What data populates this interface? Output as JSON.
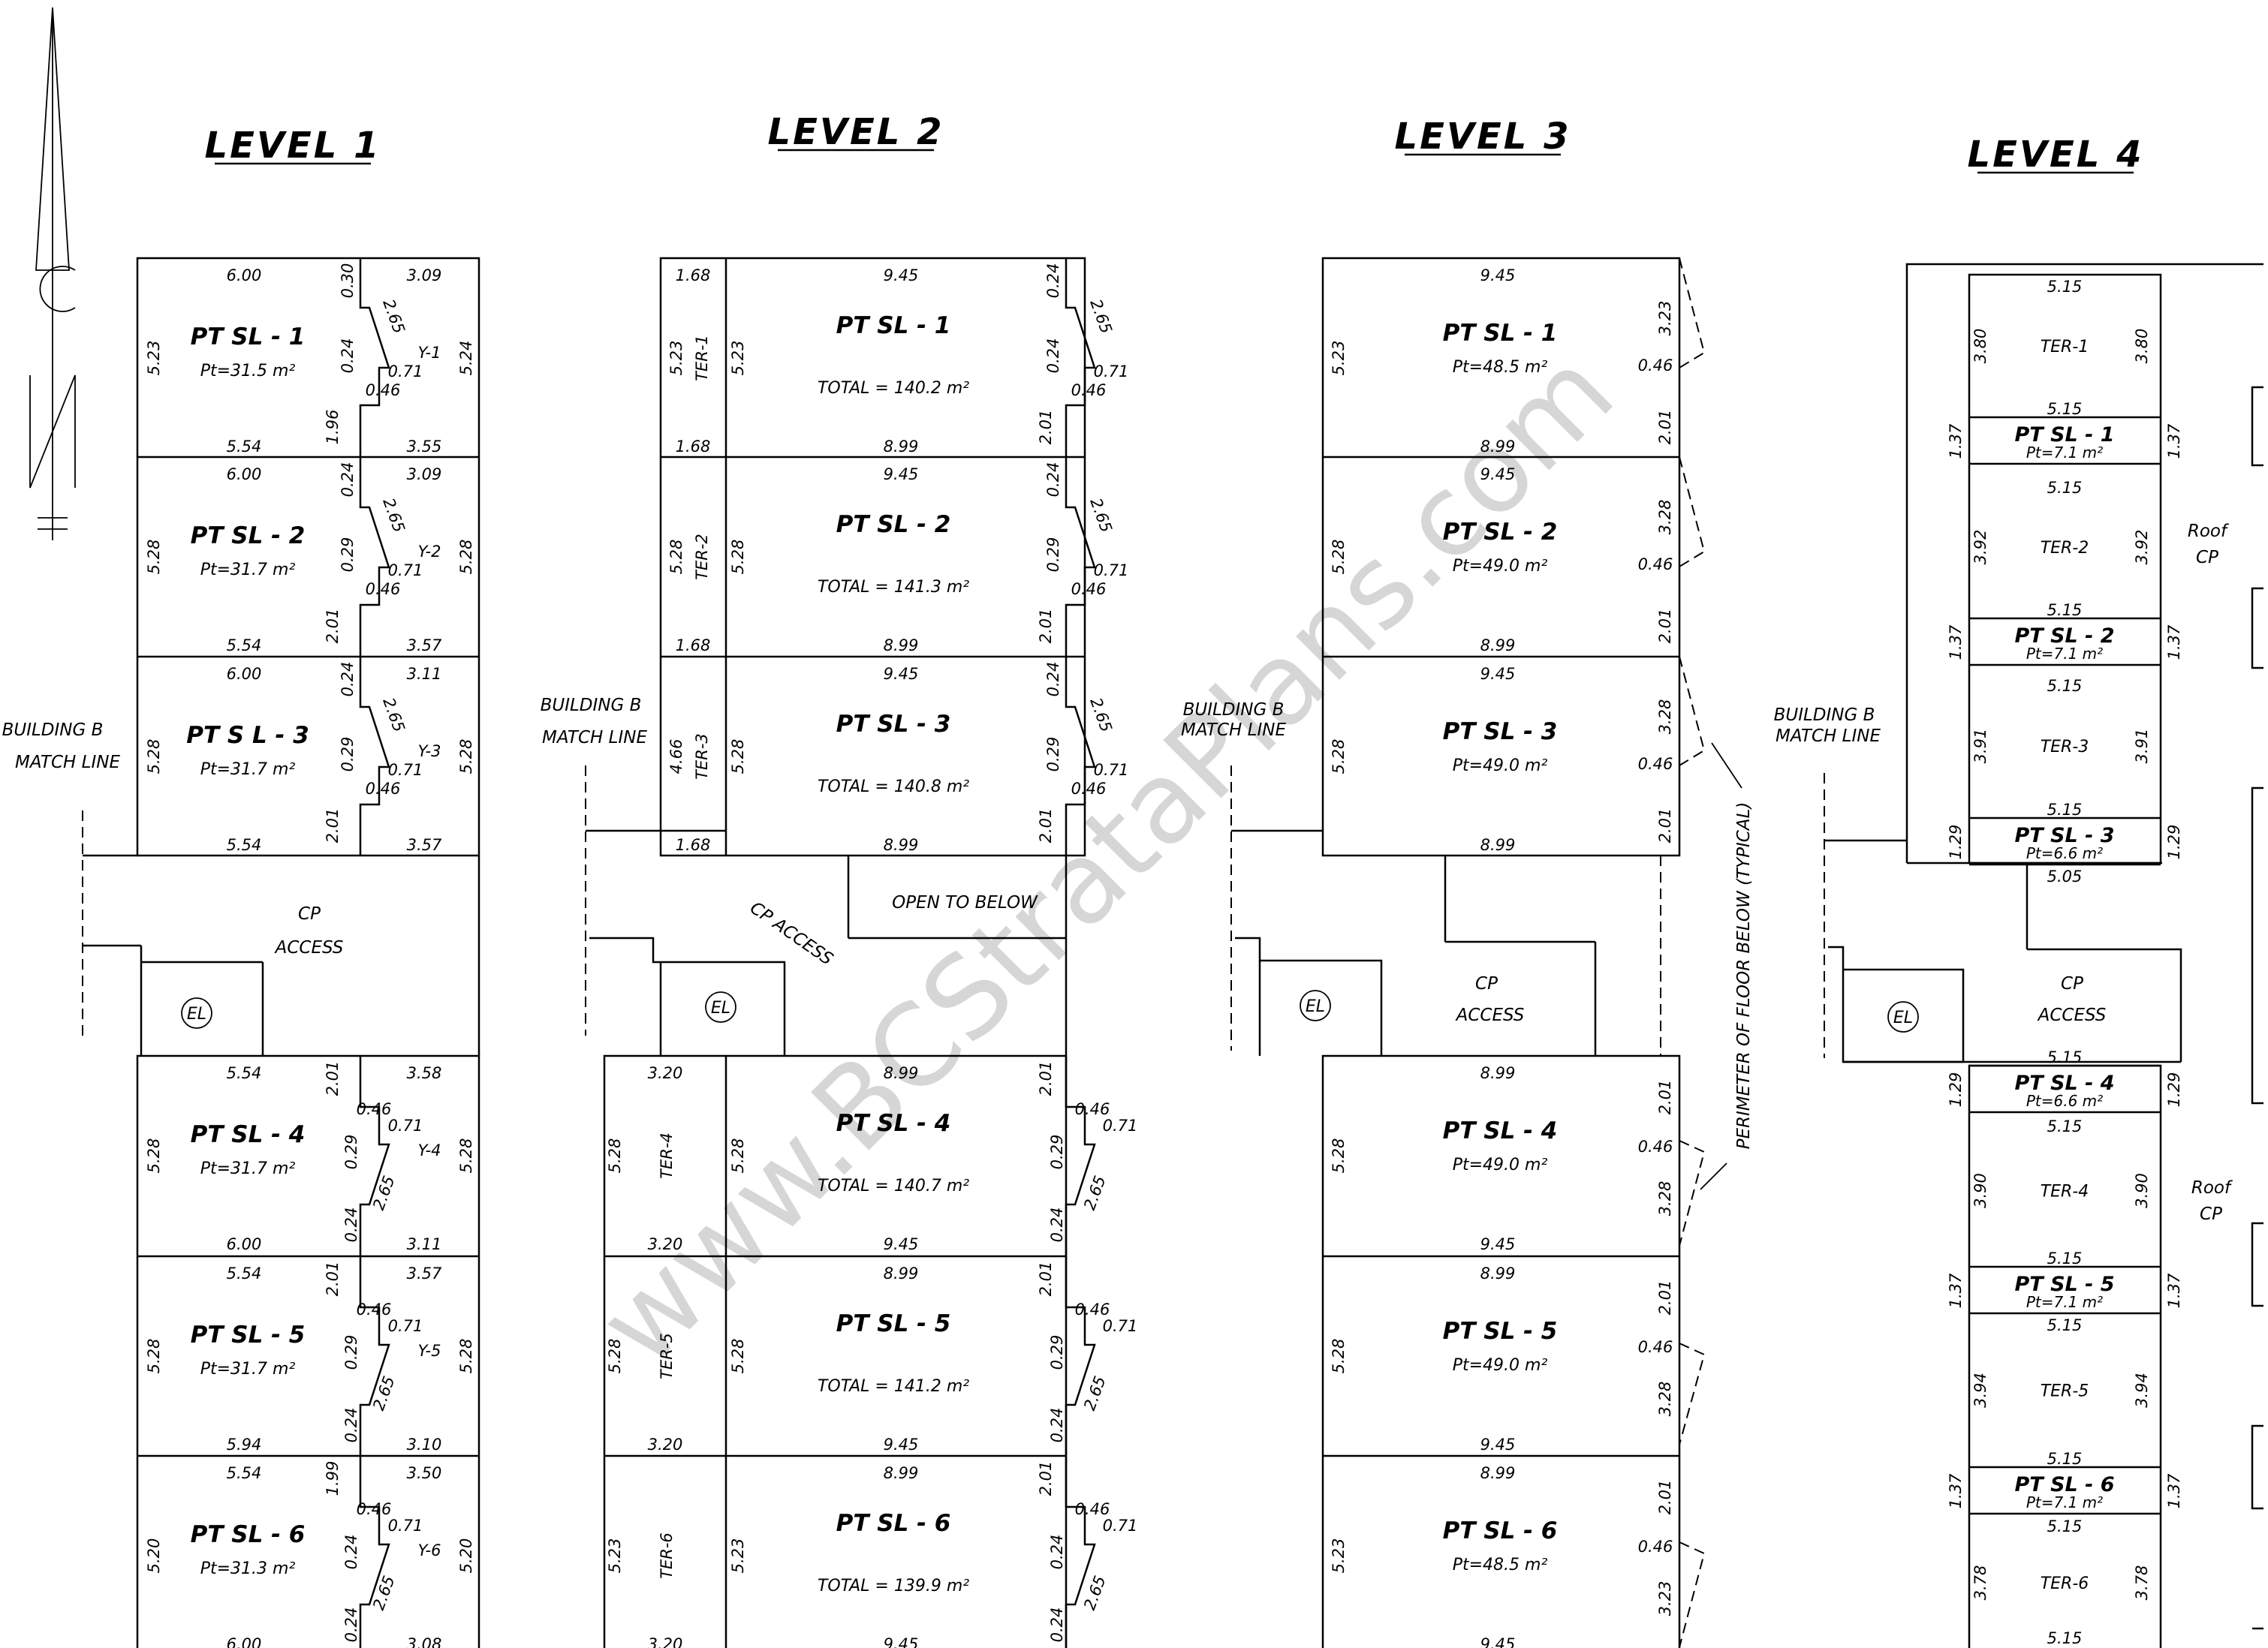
{
  "headings": {
    "l1": "LEVEL 1",
    "l2": "LEVEL 2",
    "l3": "LEVEL 3",
    "l4": "LEVEL 4"
  },
  "watermark": "www.BCStrataPlans.com",
  "labels": {
    "building_b": "BUILDING B",
    "match_line": "MATCH LINE",
    "cp": "CP",
    "access": "ACCESS",
    "cp_access": "CP ACCESS",
    "open_to_below": "OPEN TO BELOW",
    "roof": "Roof",
    "el": "EL",
    "perimeter": "PERIMETER OF FLOOR BELOW (TYPICAL)"
  },
  "level1": {
    "lots": [
      {
        "name": "PT SL - 1",
        "area": "Pt=31.5 m²",
        "yard": "Y-1",
        "top_l": "6.00",
        "top_r": "3.09",
        "bot_l": "5.54",
        "bot_r": "3.55",
        "left": "5.23",
        "right": "5.24",
        "d1": "0.30",
        "d2": "2.65",
        "d3": "0.24",
        "d4": "0.71",
        "d5": "0.46",
        "d6": "1.96"
      },
      {
        "name": "PT SL - 2",
        "area": "Pt=31.7 m²",
        "yard": "Y-2",
        "top_l": "6.00",
        "top_r": "3.09",
        "bot_l": "5.54",
        "bot_r": "3.57",
        "left": "5.28",
        "right": "5.28",
        "d1": "0.24",
        "d2": "2.65",
        "d3": "0.29",
        "d4": "0.71",
        "d5": "0.46",
        "d6": "2.01"
      },
      {
        "name": "PT S L - 3",
        "area": "Pt=31.7 m²",
        "yard": "Y-3",
        "top_l": "6.00",
        "top_r": "3.11",
        "bot_l": "5.54",
        "bot_r": "3.57",
        "left": "5.28",
        "right": "5.28",
        "d1": "0.24",
        "d2": "2.65",
        "d3": "0.29",
        "d4": "0.71",
        "d5": "0.46",
        "d6": "2.01"
      },
      {
        "name": "PT SL - 4",
        "area": "Pt=31.7 m²",
        "yard": "Y-4",
        "top_l": "5.54",
        "top_r": "3.58",
        "bot_l": "6.00",
        "bot_r": "3.11",
        "left": "5.28",
        "right": "5.28",
        "d1": "2.01",
        "d2": "0.46",
        "d3": "0.71",
        "d4": "0.29",
        "d5": "2.65",
        "d6": "0.24"
      },
      {
        "name": "PT SL - 5",
        "area": "Pt=31.7 m²",
        "yard": "Y-5",
        "top_l": "5.54",
        "top_r": "3.57",
        "bot_l": "5.94",
        "bot_r": "3.10",
        "left": "5.28",
        "right": "5.28",
        "d1": "2.01",
        "d2": "0.46",
        "d3": "0.71",
        "d4": "0.29",
        "d5": "2.65",
        "d6": "0.24"
      },
      {
        "name": "PT SL - 6",
        "area": "Pt=31.3 m²",
        "yard": "Y-6",
        "top_l": "5.54",
        "top_r": "3.50",
        "bot_l": "6.00",
        "bot_r": "3.08",
        "left": "5.20",
        "right": "5.20",
        "d1": "1.99",
        "d2": "0.46",
        "d3": "0.71",
        "d4": "0.24",
        "d5": "2.65",
        "d6": "0.24"
      }
    ]
  },
  "level2": {
    "lots": [
      {
        "name": "PT SL - 1",
        "total": "TOTAL = 140.2 m²",
        "ter": "TER-1",
        "ter_top": "1.68",
        "ter_bot": "1.68",
        "ter_left": "5.23",
        "left": "5.23",
        "top": "9.45",
        "bot": "8.99",
        "d1": "0.24",
        "d2": "2.65",
        "d3": "0.24",
        "d4": "0.71",
        "d5": "0.46",
        "d6": "2.01"
      },
      {
        "name": "PT SL - 2",
        "total": "TOTAL = 141.3 m²",
        "ter": "TER-2",
        "ter_top": "",
        "ter_bot": "1.68",
        "ter_left": "5.28",
        "left": "5.28",
        "top": "9.45",
        "bot": "8.99",
        "d1": "0.24",
        "d2": "2.65",
        "d3": "0.29",
        "d4": "0.71",
        "d5": "0.46",
        "d6": "2.01"
      },
      {
        "name": "PT SL - 3",
        "total": "TOTAL = 140.8 m²",
        "ter": "TER-3",
        "ter_top": "",
        "ter_bot": "1.68",
        "ter_left": "4.66",
        "left": "5.28",
        "top": "9.45",
        "bot": "8.99",
        "d1": "0.24",
        "d2": "2.65",
        "d3": "0.29",
        "d4": "0.71",
        "d5": "0.46",
        "d6": "2.01"
      },
      {
        "name": "PT SL - 4",
        "total": "TOTAL = 140.7 m²",
        "ter": "TER-4",
        "ter_top": "3.20",
        "ter_bot": "3.20",
        "ter_left": "5.28",
        "left": "5.28",
        "top": "8.99",
        "bot": "9.45",
        "d1": "2.01",
        "d2": "0.46",
        "d3": "0.71",
        "d4": "0.29",
        "d5": "2.65",
        "d6": "0.24"
      },
      {
        "name": "PT SL - 5",
        "total": "TOTAL = 141.2 m²",
        "ter": "TER-5",
        "ter_top": "",
        "ter_bot": "3.20",
        "ter_left": "5.28",
        "left": "5.28",
        "top": "8.99",
        "bot": "9.45",
        "d1": "2.01",
        "d2": "0.46",
        "d3": "0.71",
        "d4": "0.29",
        "d5": "2.65",
        "d6": "0.24"
      },
      {
        "name": "PT SL - 6",
        "total": "TOTAL = 139.9 m²",
        "ter": "TER-6",
        "ter_top": "",
        "ter_bot": "3.20",
        "ter_left": "5.23",
        "left": "5.23",
        "top": "8.99",
        "bot": "9.45",
        "d1": "2.01",
        "d2": "0.46",
        "d3": "0.71",
        "d4": "0.24",
        "d5": "2.65",
        "d6": "0.24"
      }
    ]
  },
  "level3": {
    "lots": [
      {
        "name": "PT SL - 1",
        "area": "Pt=48.5 m²",
        "top": "9.45",
        "bot": "8.99",
        "left": "5.23",
        "a": "3.23",
        "b": "0.46",
        "c": "2.01"
      },
      {
        "name": "PT SL - 2",
        "area": "Pt=49.0 m²",
        "top": "9.45",
        "bot": "8.99",
        "left": "5.28",
        "a": "3.28",
        "b": "0.46",
        "c": "2.01"
      },
      {
        "name": "PT SL - 3",
        "area": "Pt=49.0 m²",
        "top": "9.45",
        "bot": "8.99",
        "left": "5.28",
        "a": "3.28",
        "b": "0.46",
        "c": "2.01"
      },
      {
        "name": "PT SL - 4",
        "area": "Pt=49.0 m²",
        "top": "8.99",
        "bot": "9.45",
        "left": "5.28",
        "a": "2.01",
        "b": "0.46",
        "c": "3.28"
      },
      {
        "name": "PT SL - 5",
        "area": "Pt=49.0 m²",
        "top": "8.99",
        "bot": "9.45",
        "left": "5.28",
        "a": "2.01",
        "b": "0.46",
        "c": "3.28"
      },
      {
        "name": "PT SL - 6",
        "area": "Pt=48.5 m²",
        "top": "8.99",
        "bot": "9.45",
        "left": "5.23",
        "a": "2.01",
        "b": "0.46",
        "c": "3.23"
      }
    ]
  },
  "level4": {
    "ters": [
      {
        "name": "TER-1",
        "top": "5.15",
        "side": "3.80"
      },
      {
        "name": "TER-2",
        "top": "5.15",
        "side": "3.92"
      },
      {
        "name": "TER-3",
        "top": "5.15",
        "side": "3.91"
      },
      {
        "name": "TER-4",
        "top": "5.15",
        "side": "3.90"
      },
      {
        "name": "TER-5",
        "top": "5.15",
        "side": "3.94"
      },
      {
        "name": "TER-6",
        "top": "5.15",
        "side": "3.78"
      }
    ],
    "lots": [
      {
        "name": "PT SL - 1",
        "area": "Pt=7.1 m²",
        "top": "5.15",
        "side": "1.37"
      },
      {
        "name": "PT SL - 2",
        "area": "Pt=7.1 m²",
        "top": "5.15",
        "side": "1.37"
      },
      {
        "name": "PT SL - 3",
        "area": "Pt=6.6 m²",
        "top": "5.15",
        "side": "1.29"
      },
      {
        "name": "PT SL - 4",
        "area": "Pt=6.6 m²",
        "top": "5.15",
        "side": "1.29"
      },
      {
        "name": "PT SL - 5",
        "area": "Pt=7.1 m²",
        "top": "5.15",
        "side": "1.37"
      },
      {
        "name": "PT SL - 6",
        "area": "Pt=7.1 m²",
        "top": "5.15",
        "side": "1.37"
      }
    ],
    "bottom3": "5.05",
    "top4": "5.15",
    "bottom_end": "5.15"
  }
}
